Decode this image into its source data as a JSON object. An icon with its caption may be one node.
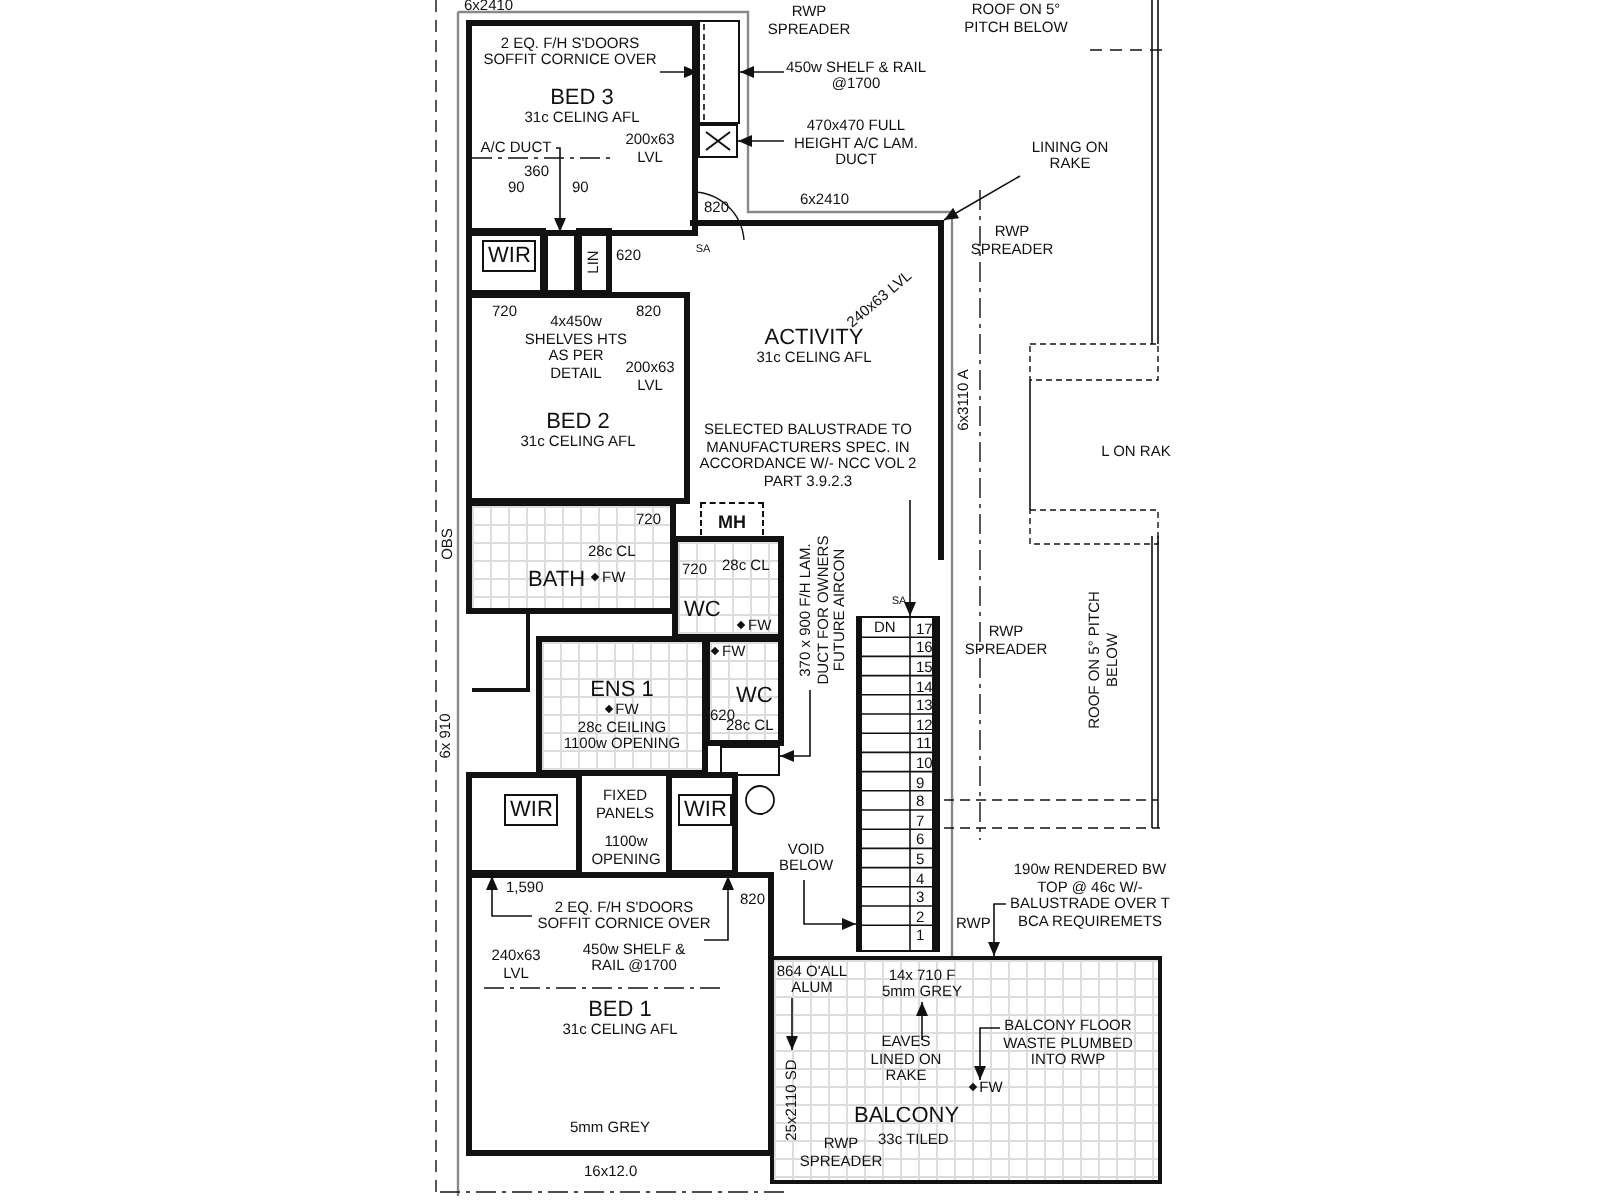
{
  "diagram": {
    "nodes": [
      {
        "text": [
          "BED 3",
          "31c CELING AFL"
        ]
      },
      {
        "text": [
          "WIR"
        ]
      },
      {
        "text": [
          "LIN"
        ]
      },
      {
        "text": [
          "ACTIVITY",
          "31c CELING AFL"
        ]
      },
      {
        "text": [
          "BED 2",
          "31c CELING AFL"
        ]
      },
      {
        "text": [
          "MH"
        ],
        "in": 3
      },
      {
        "text": [
          "28c CL",
          "BATH",
          "FW"
        ]
      },
      {
        "text": [
          "28c CL",
          "WC",
          "FW"
        ]
      },
      {
        "text": [
          "ENS 1",
          "FW",
          "28c CEILING",
          "1100w OPENING"
        ]
      },
      {
        "text": [
          "FW",
          "WC",
          "28c CL"
        ]
      },
      {
        "text": [
          "WIR"
        ]
      },
      {
        "text": [
          "WIR"
        ]
      },
      {
        "text": [
          "BED 1",
          "31c CELING AFL"
        ]
      },
      {
        "text": [
          "BALCONY",
          "33c TILED"
        ]
      },
      {
        "text": [],
        "shape": "stairs"
      },
      {
        "text": [],
        "shape": "box"
      },
      {
        "text": [],
        "shape": "box"
      },
      {
        "text": [
          "2 EQ. F/H S'DOORS SOFFIT CORNICE OVER"
        ],
        "in": 0
      },
      {
        "text": [
          "450w SHELF & RAIL @1700"
        ]
      },
      {
        "text": [
          "470x470 FULL HEIGHT A/C LAM. DUCT"
        ]
      },
      {
        "text": [
          "A/C DUCT"
        ],
        "in": 0
      },
      {
        "text": [
          "LINING ON RAKE"
        ]
      },
      {
        "text": [
          "SELECTED BALUSTRADE TO MANUFACTURERS SPEC. IN ACCORDANCE W/- NCC VOL 2 PART 3.9.2.3"
        ],
        "in": 3
      },
      {
        "text": [
          "370 x 900 F/H LAM. DUCT FOR OWNERS FUTURE AIRCON"
        ]
      },
      {
        "text": [
          "VOID BELOW"
        ]
      },
      {
        "text": [
          "2 EQ. F/H S'DOORS SOFFIT CORNICE OVER"
        ],
        "in": 12
      },
      {
        "text": [
          "450w SHELF & RAIL @1700"
        ],
        "in": 12
      },
      {
        "text": [
          "864 O'ALL ALUM"
        ],
        "in": 13
      },
      {
        "text": [
          "EAVES LINED ON RAKE"
        ],
        "in": 13
      },
      {
        "text": [
          "BALCONY FLOOR WASTE PLUMBED INTO RWP"
        ],
        "in": 13
      },
      {
        "text": [
          "190w RENDERED BW TOP @ 46c W/- BALUSTRADE OVER T BCA REQUIREMETS"
        ]
      },
      {
        "text": [],
        "shape": "box"
      },
      {
        "text": [],
        "shape": "box"
      },
      {
        "text": [
          "25x2110 SD"
        ],
        "in": 13
      },
      {
        "text": [
          "14x 710 F",
          "5mm GREY"
        ],
        "in": 13
      },
      {
        "text": [
          "FW"
        ],
        "in": 13
      }
    ],
    "edges": [
      {
        "from": 17,
        "to": 31,
        "arrow": "to"
      },
      {
        "from": 18,
        "to": 31,
        "arrow": "to"
      },
      {
        "from": 19,
        "to": 15,
        "arrow": "to"
      },
      {
        "from": 20,
        "to": 32,
        "arrow": "to"
      },
      {
        "from": 21,
        "to": 3,
        "arrow": "to"
      },
      {
        "from": 22,
        "to": 14,
        "arrow": "to"
      },
      {
        "from": 23,
        "to": 16,
        "arrow": "to"
      },
      {
        "from": 24,
        "to": 14,
        "arrow": "to"
      },
      {
        "from": 25,
        "to": 10,
        "arrow": "to"
      },
      {
        "from": 26,
        "to": 11,
        "arrow": "to"
      },
      {
        "from": 27,
        "to": 33,
        "arrow": "to"
      },
      {
        "from": 28,
        "to": 34,
        "arrow": "to"
      },
      {
        "from": 29,
        "to": 35,
        "arrow": "to"
      },
      {
        "from": 30,
        "to": 13,
        "arrow": "to"
      }
    ],
    "labels": [
      "6x2410",
      "RWP SPREADER",
      "ROOF ON 5° PITCH BELOW",
      "200x63 LVL",
      "90",
      "360",
      "90",
      "820",
      "6x2410",
      "RWP SPREADER",
      "620",
      "SA",
      "240x63 LVL",
      "720",
      "820",
      "4x450w SHELVES HTS AS PER DETAIL",
      "200x63 LVL",
      "6x3110 A",
      "L ON RAK",
      "OBS",
      "720",
      "720",
      "SA",
      "DN",
      "17",
      "16",
      "15",
      "14",
      "13",
      "12",
      "11",
      "10",
      "9",
      "8",
      "7",
      "6",
      "5",
      "4",
      "3",
      "2",
      "1",
      "RWP SPREADER",
      "ROOF ON 5° PITCH BELOW",
      "620",
      "6x 910",
      "FIXED PANELS",
      "1100w OPENING",
      "1,590",
      "820",
      "RWP",
      "240x63 LVL",
      "5mm GREY",
      "RWP SPREADER",
      "16x12.0"
    ]
  }
}
